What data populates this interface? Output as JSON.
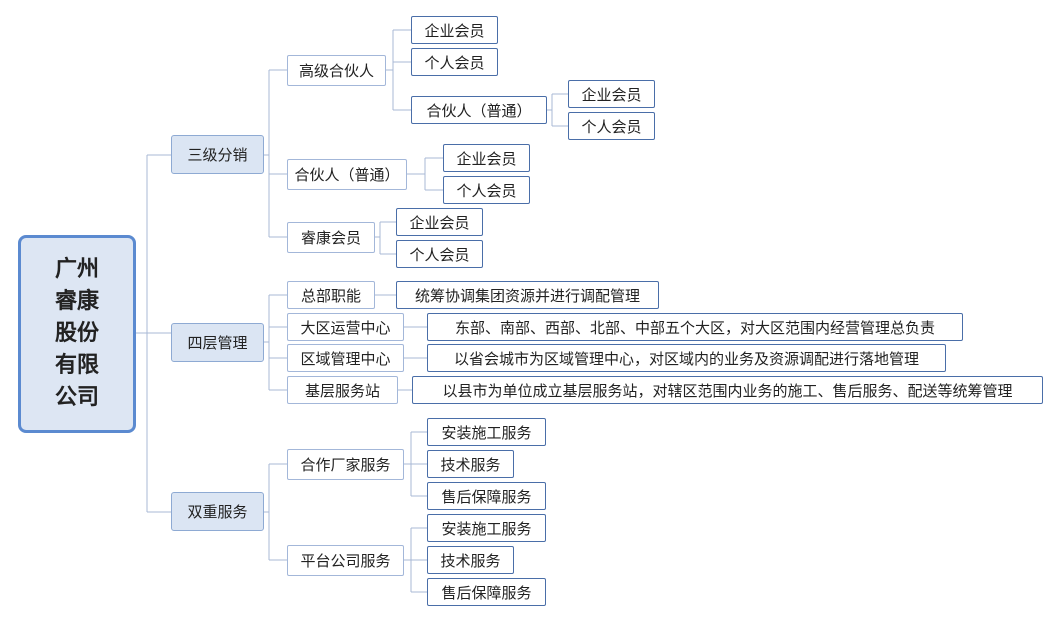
{
  "root": {
    "lines": [
      "广州",
      "睿康",
      "股份",
      "有限",
      "公司"
    ]
  },
  "branches": {
    "sanji": {
      "label": "三级分销",
      "gaoji": {
        "label": "高级合伙人",
        "children": [
          "企业会员",
          "个人会员"
        ],
        "putong": {
          "label": "合伙人（普通）",
          "children": [
            "企业会员",
            "个人会员"
          ]
        }
      },
      "hehuo": {
        "label": "合伙人（普通）",
        "children": [
          "企业会员",
          "个人会员"
        ]
      },
      "ruikang": {
        "label": "睿康会员",
        "children": [
          "企业会员",
          "个人会员"
        ]
      }
    },
    "siceng": {
      "label": "四层管理",
      "items": [
        {
          "label": "总部职能",
          "desc": "统筹协调集团资源并进行调配管理"
        },
        {
          "label": "大区运营中心",
          "desc": "东部、南部、西部、北部、中部五个大区，对大区范围内经营管理总负责"
        },
        {
          "label": "区域管理中心",
          "desc": "以省会城市为区域管理中心，对区域内的业务及资源调配进行落地管理"
        },
        {
          "label": "基层服务站",
          "desc": "以县市为单位成立基层服务站，对辖区范围内业务的施工、售后服务、配送等统筹管理"
        }
      ]
    },
    "shuangchong": {
      "label": "双重服务",
      "hezuo": {
        "label": "合作厂家服务",
        "children": [
          "安装施工服务",
          "技术服务",
          "售后保障服务"
        ]
      },
      "pingtai": {
        "label": "平台公司服务",
        "children": [
          "安装施工服务",
          "技术服务",
          "售后保障服务"
        ]
      }
    }
  }
}
